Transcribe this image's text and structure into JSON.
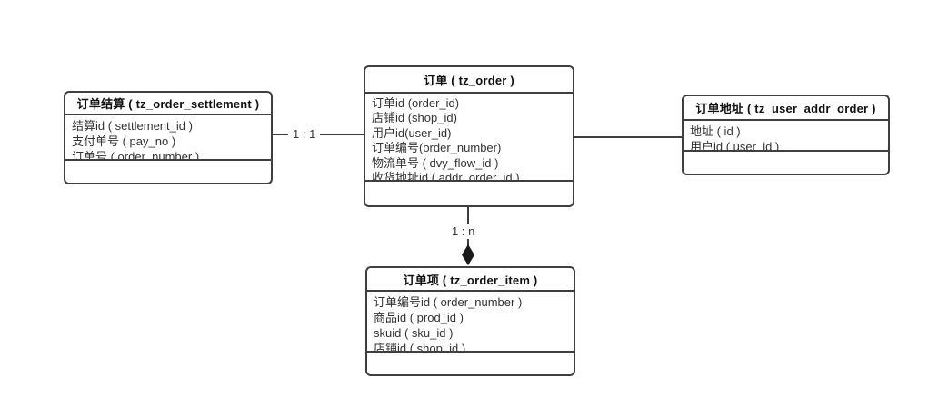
{
  "colors": {
    "border": "#3f3f3f",
    "text": "#333333",
    "title_text": "#111111",
    "background": "#ffffff",
    "connector": "#3f3f3f",
    "diamond": "#1a1a1a"
  },
  "entities": [
    {
      "name": "order-settlement",
      "title": "订单结算 ( tz_order_settlement )",
      "fields": [
        "结算id ( settlement_id )",
        "支付单号 ( pay_no )",
        "订单号 ( order_number )"
      ]
    },
    {
      "name": "order",
      "title": "订单 ( tz_order )",
      "fields": [
        "订单id (order_id)",
        "店铺id (shop_id)",
        "用户id(user_id)",
        "订单编号(order_number)",
        "物流单号 ( dvy_flow_id )",
        "收货地址id ( addr_order_id )"
      ]
    },
    {
      "name": "user-addr-order",
      "title": "订单地址 ( tz_user_addr_order )",
      "fields": [
        "地址 ( id )",
        "用户id ( user_id )"
      ]
    },
    {
      "name": "order-item",
      "title": "订单项 ( tz_order_item )",
      "fields": [
        "订单编号id ( order_number )",
        "商品id ( prod_id )",
        "skuid ( sku_id )",
        "店铺id ( shop_id )"
      ]
    }
  ],
  "relations": [
    {
      "from": "order-settlement",
      "to": "order",
      "label": "1 : 1",
      "end_marker": "none"
    },
    {
      "from": "order",
      "to": "user-addr-order",
      "label": "",
      "end_marker": "none"
    },
    {
      "from": "order",
      "to": "order-item",
      "label": "1 : n",
      "end_marker": "filled-diamond"
    }
  ]
}
